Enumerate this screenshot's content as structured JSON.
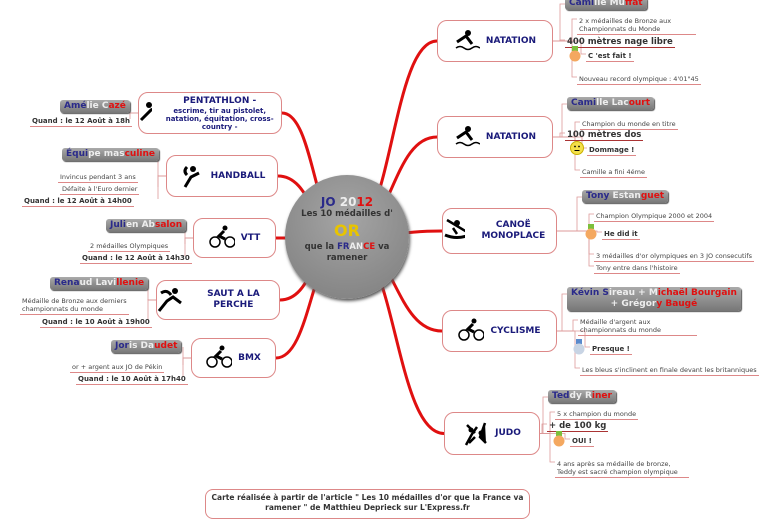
{
  "center": {
    "jo": "JO",
    "y20": "20",
    "y12": "12",
    "line1": "Les 10 médailles d'",
    "or": "OR",
    "pre": "que la",
    "fr": "FR",
    "an": "AN",
    "ce": "CE",
    "post": "va ramener"
  },
  "branches": [
    {
      "id": "pentathlon",
      "title": "PENTATHLON -",
      "subtitle": "escrime, tir au pistolet, natation, équitation, cross-country -",
      "icon": "pentathlon-icon",
      "athlete": [
        "Amé",
        "lie C",
        "azé"
      ],
      "details": [
        {
          "text": "Quand : le 12 Août à 18h",
          "style": "bold"
        }
      ]
    },
    {
      "id": "handball",
      "title": "HANDBALL",
      "icon": "handball-icon",
      "athlete": [
        "Équi",
        "pe mas",
        "culine"
      ],
      "details": [
        {
          "text": "Invincus pendant 3 ans"
        },
        {
          "text": "Défaite à l'Euro dernier"
        },
        {
          "text": "Quand : le 12 Août à 14h00",
          "style": "bold"
        }
      ]
    },
    {
      "id": "vtt",
      "title": "VTT",
      "icon": "mountain-bike-icon",
      "athlete": [
        "Juli",
        "en Ab",
        "salon"
      ],
      "details": [
        {
          "text": "2 médailles Olympiques"
        },
        {
          "text": "Quand : le 12 Août à 14h30",
          "style": "bold"
        }
      ]
    },
    {
      "id": "saut",
      "title": "SAUT A LA PERCHE",
      "icon": "pole-vault-icon",
      "athlete": [
        "Rena",
        "ud Lavi",
        "llenie"
      ],
      "details": [
        {
          "text": "Médaille de Bronze aux derniers championnats du monde"
        },
        {
          "text": "Quand : le 10 Août à 19h00",
          "style": "bold"
        }
      ]
    },
    {
      "id": "bmx",
      "title": "BMX",
      "icon": "bmx-icon",
      "athlete": [
        "Jor",
        "is Da",
        "udet"
      ],
      "details": [
        {
          "text": "or + argent aux JO de Pékin"
        },
        {
          "text": "Quand : le 10 Août à 17h40",
          "style": "bold"
        }
      ]
    },
    {
      "id": "natation1",
      "title": "NATATION",
      "icon": "swimming-icon",
      "athlete": [
        "Cami",
        "lle Mu",
        "ffat"
      ],
      "details": [
        {
          "text": "2 x médailles de Bronze aux Championnats du Monde"
        },
        {
          "text": "400 mètres nage libre",
          "style": "big"
        },
        {
          "text": "C 'est fait !",
          "style": "bold",
          "medal": "gold"
        },
        {
          "text": "Nouveau record olympique : 4'01\"45"
        }
      ]
    },
    {
      "id": "natation2",
      "title": "NATATION",
      "icon": "swimming-icon",
      "athlete": [
        "Cami",
        "lle Lac",
        "ourt"
      ],
      "details": [
        {
          "text": "Champion du monde en titre"
        },
        {
          "text": "100 mètres dos",
          "style": "big"
        },
        {
          "text": "Dommage !",
          "style": "bold",
          "medal": "smiley"
        },
        {
          "text": "Camille a fini 4éme"
        }
      ]
    },
    {
      "id": "canoe",
      "title": "CANOË MONOPLACE",
      "icon": "canoe-icon",
      "athlete": [
        "Tony ",
        "Estan",
        "guet"
      ],
      "details": [
        {
          "text": "Champion Olympique 2000 et 2004"
        },
        {
          "text": "He did it",
          "style": "bold",
          "medal": "gold"
        },
        {
          "text": "3 médailles d'or olympiques en 3 JO consecutifs"
        },
        {
          "text": "Tony entre dans l'histoire"
        }
      ]
    },
    {
      "id": "cyclisme",
      "title": "CYCLISME",
      "icon": "cycling-icon",
      "athlete": [
        "Kévin S",
        "ireau + M",
        "ichaël Bourgain",
        "+ Grégor",
        "y Baugé"
      ],
      "details": [
        {
          "text": "Médaille d'argent aux championnats du monde"
        },
        {
          "text": "Presque !",
          "style": "bold",
          "medal": "silver"
        },
        {
          "text": "Les bleus s'inclinent en finale devant les britanniques"
        }
      ]
    },
    {
      "id": "judo",
      "title": "JUDO",
      "icon": "judo-icon",
      "athlete": [
        "Ted",
        "dy R",
        "iner"
      ],
      "details": [
        {
          "text": "5 x champion du monde"
        },
        {
          "text": "+ de 100 kg",
          "style": "big"
        },
        {
          "text": "OUI !",
          "style": "bold",
          "medal": "gold"
        },
        {
          "text": "4 ans après sa médaille de bronze, Teddy est sacré champion olympique"
        }
      ]
    }
  ],
  "footer": "Carte réalisée à partir de l'article \" Les 10 médailles d'or que la France va ramener \" de Matthieu Deprieck sur L'Express.fr",
  "colors": {
    "blue": "#2a2a8a",
    "white": "#eeeeee",
    "red": "#e01010",
    "branch": "#e01010",
    "gold": "#f4a860",
    "silver": "#c8d4e4"
  }
}
